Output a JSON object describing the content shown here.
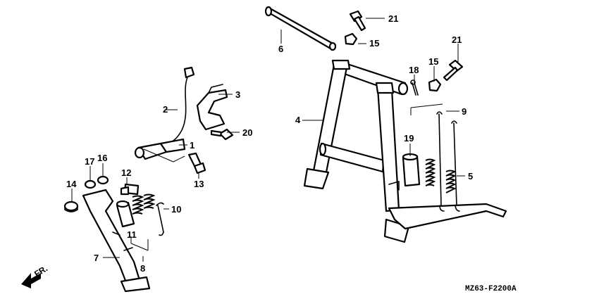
{
  "diagram": {
    "code": "MZ63-F2200A",
    "direction_label": "FR.",
    "callouts": {
      "c1": "1",
      "c2": "2",
      "c3": "3",
      "c4": "4",
      "c5": "5",
      "c6": "6",
      "c7": "7",
      "c8": "8",
      "c9": "9",
      "c10": "10",
      "c11": "11",
      "c12": "12",
      "c13": "13",
      "c14": "14",
      "c15a": "15",
      "c15b": "15",
      "c16": "16",
      "c17": "17",
      "c18": "18",
      "c19": "19",
      "c20": "20",
      "c21a": "21",
      "c21b": "21"
    }
  }
}
